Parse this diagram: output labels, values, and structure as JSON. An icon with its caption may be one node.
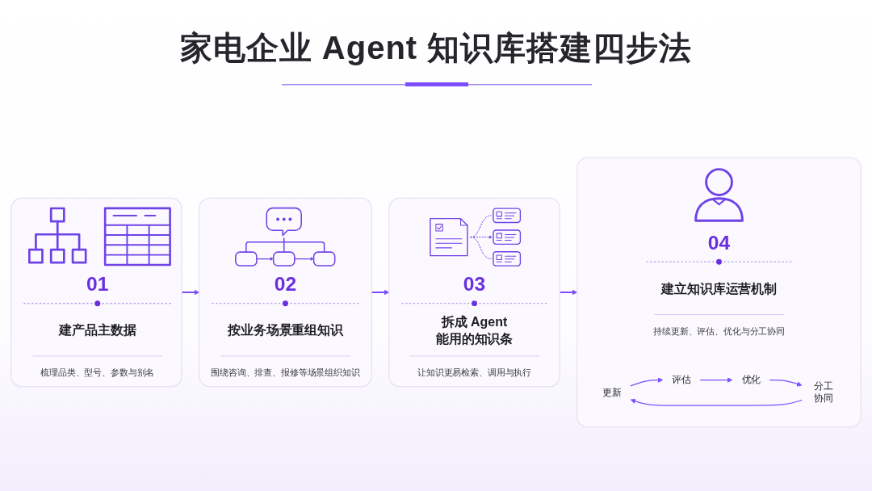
{
  "diagram": {
    "title": "家电企业 Agent 知识库搭建四步法",
    "nodes": [
      {
        "text": [
          "01",
          "建产品主数据",
          "梳理品类、型号、参数与别名"
        ]
      },
      {
        "text": [
          "02",
          "按业务场景重组知识",
          "围绕咨询、排查、报修等场景组织知识"
        ]
      },
      {
        "text": [
          "03",
          "拆成 Agent 能用的知识条",
          "让知识更易检索、调用与执行"
        ]
      },
      {
        "text": [
          "04",
          "建立知识库运营机制",
          "持续更新、评估、优化与分工协同"
        ]
      },
      {
        "text": [
          "更新"
        ],
        "in": 3
      },
      {
        "text": [
          "评估"
        ],
        "in": 3
      },
      {
        "text": [
          "优化"
        ],
        "in": 3
      },
      {
        "text": [
          "分工协同"
        ],
        "in": 3
      }
    ],
    "edges": [
      {
        "from": 0,
        "to": 1,
        "arrow": "to"
      },
      {
        "from": 1,
        "to": 2,
        "arrow": "to"
      },
      {
        "from": 2,
        "to": 3,
        "arrow": "to"
      },
      {
        "from": 4,
        "to": 5,
        "arrow": "to"
      },
      {
        "from": 5,
        "to": 6,
        "arrow": "to"
      },
      {
        "from": 6,
        "to": 7,
        "arrow": "to"
      },
      {
        "from": 7,
        "to": 4,
        "arrow": "to"
      }
    ]
  }
}
